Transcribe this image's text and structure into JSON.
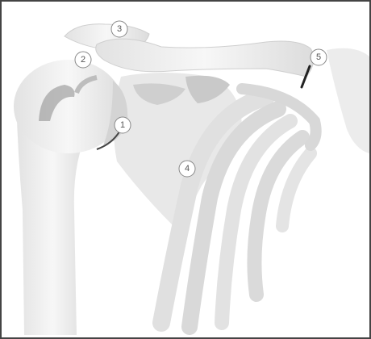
{
  "diagram": {
    "subject": "shoulder-anatomy",
    "markers": [
      {
        "id": "m1",
        "label": "1"
      },
      {
        "id": "m2",
        "label": "2"
      },
      {
        "id": "m3",
        "label": "3"
      },
      {
        "id": "m4",
        "label": "4"
      },
      {
        "id": "m5",
        "label": "5"
      }
    ],
    "colors": {
      "bone_light": "#f0f0f0",
      "bone_mid": "#d9d9d9",
      "bone_shadow": "#b8b8b8",
      "outline": "#444444",
      "marker_fill": "#ffffff",
      "marker_stroke": "#888888",
      "joint_line": "#222222"
    }
  }
}
